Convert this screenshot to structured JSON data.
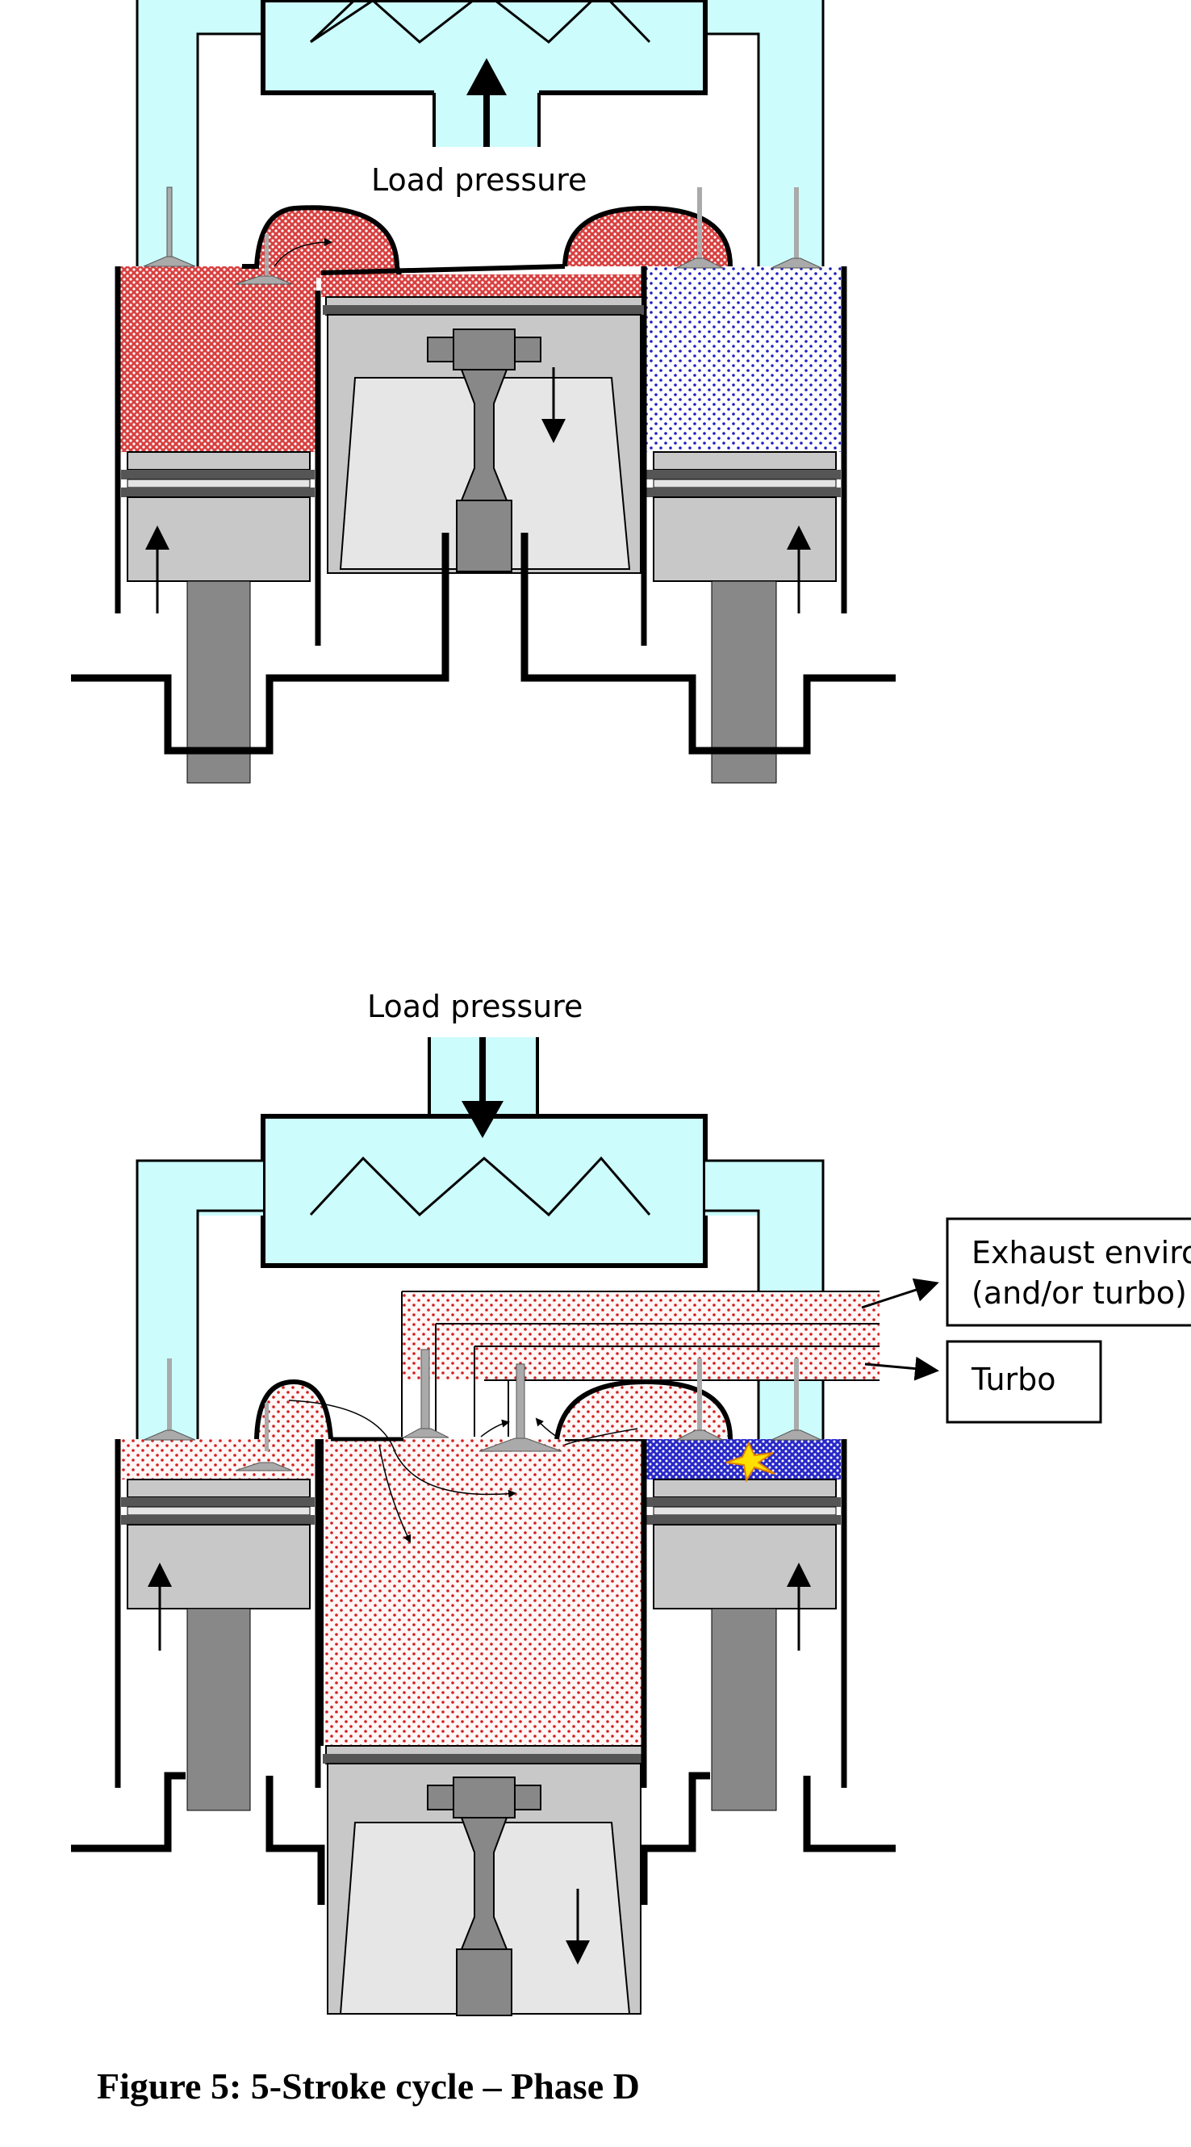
{
  "top_diagram": {
    "load_pressure_label": "Load pressure"
  },
  "bottom_diagram": {
    "load_pressure_label": "Load pressure",
    "exhaust_label_line1": "Exhaust enviro",
    "exhaust_label_line2": "(and/or turbo)",
    "turbo_label": "Turbo"
  },
  "caption": "Figure 5: 5-Stroke cycle – Phase D",
  "colors": {
    "intake_air": "#ccfcfc",
    "burnt_gas": "#e03030",
    "fresh_charge": "#2020c0",
    "metal_light": "#e4e4e4",
    "metal_mid": "#c8c8c8",
    "metal_dark": "#888888",
    "spark": "#ffe000"
  }
}
